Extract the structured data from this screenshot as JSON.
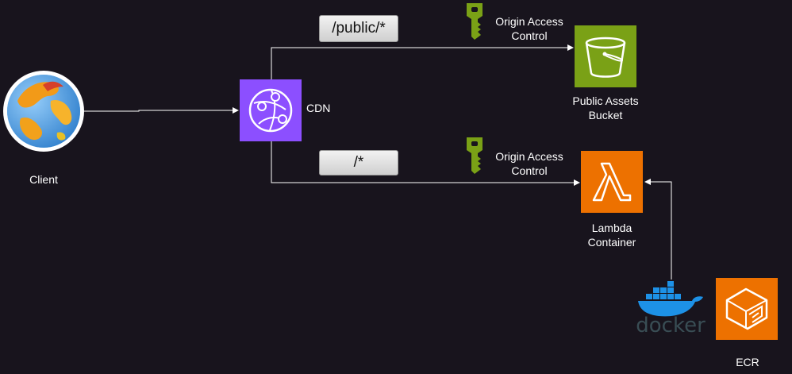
{
  "nodes": {
    "client": {
      "label": "Client"
    },
    "cdn": {
      "label": "CDN"
    },
    "bucket": {
      "label_line1": "Public Assets",
      "label_line2": "Bucket"
    },
    "lambda": {
      "label_line1": "Lambda",
      "label_line2": "Container"
    },
    "docker": {
      "wordmark": "docker"
    },
    "ecr": {
      "label": "ECR"
    }
  },
  "routes": {
    "public": "/public/*",
    "default": "/*"
  },
  "oac": {
    "top": {
      "line1": "Origin Access",
      "line2": "Control"
    },
    "bottom": {
      "line1": "Origin Access",
      "line2": "Control"
    }
  },
  "colors": {
    "background": "#18141d",
    "cdn": "#8c4fff",
    "bucket": "#7aa116",
    "lambda": "#ed7100",
    "ecr": "#ed7100",
    "key": "#7aa116",
    "docker": "#1d91e6"
  }
}
